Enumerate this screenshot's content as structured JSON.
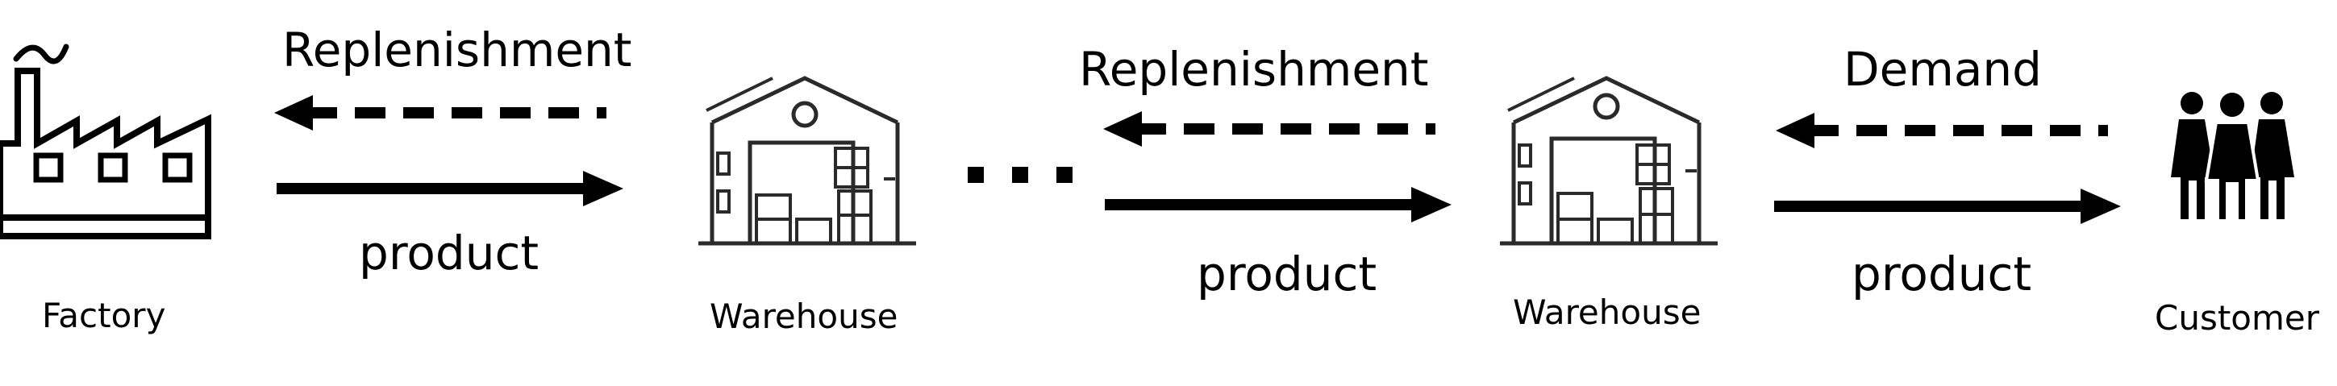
{
  "nodes": {
    "factory": "Factory",
    "warehouse_1": "Warehouse",
    "warehouse_2": "Warehouse",
    "customer": "Customer"
  },
  "flows": {
    "replenishment_1": "Replenishment",
    "product_1": "product",
    "replenishment_2": "Replenishment",
    "product_2": "product",
    "demand": "Demand",
    "product_3": "product"
  },
  "ellipsis": "···",
  "colors": {
    "ink": "#000000",
    "icon_stroke": "#2a2a2a",
    "background": "#ffffff"
  },
  "icons": [
    "factory-icon",
    "warehouse-icon",
    "warehouse-icon",
    "customers-icon"
  ]
}
